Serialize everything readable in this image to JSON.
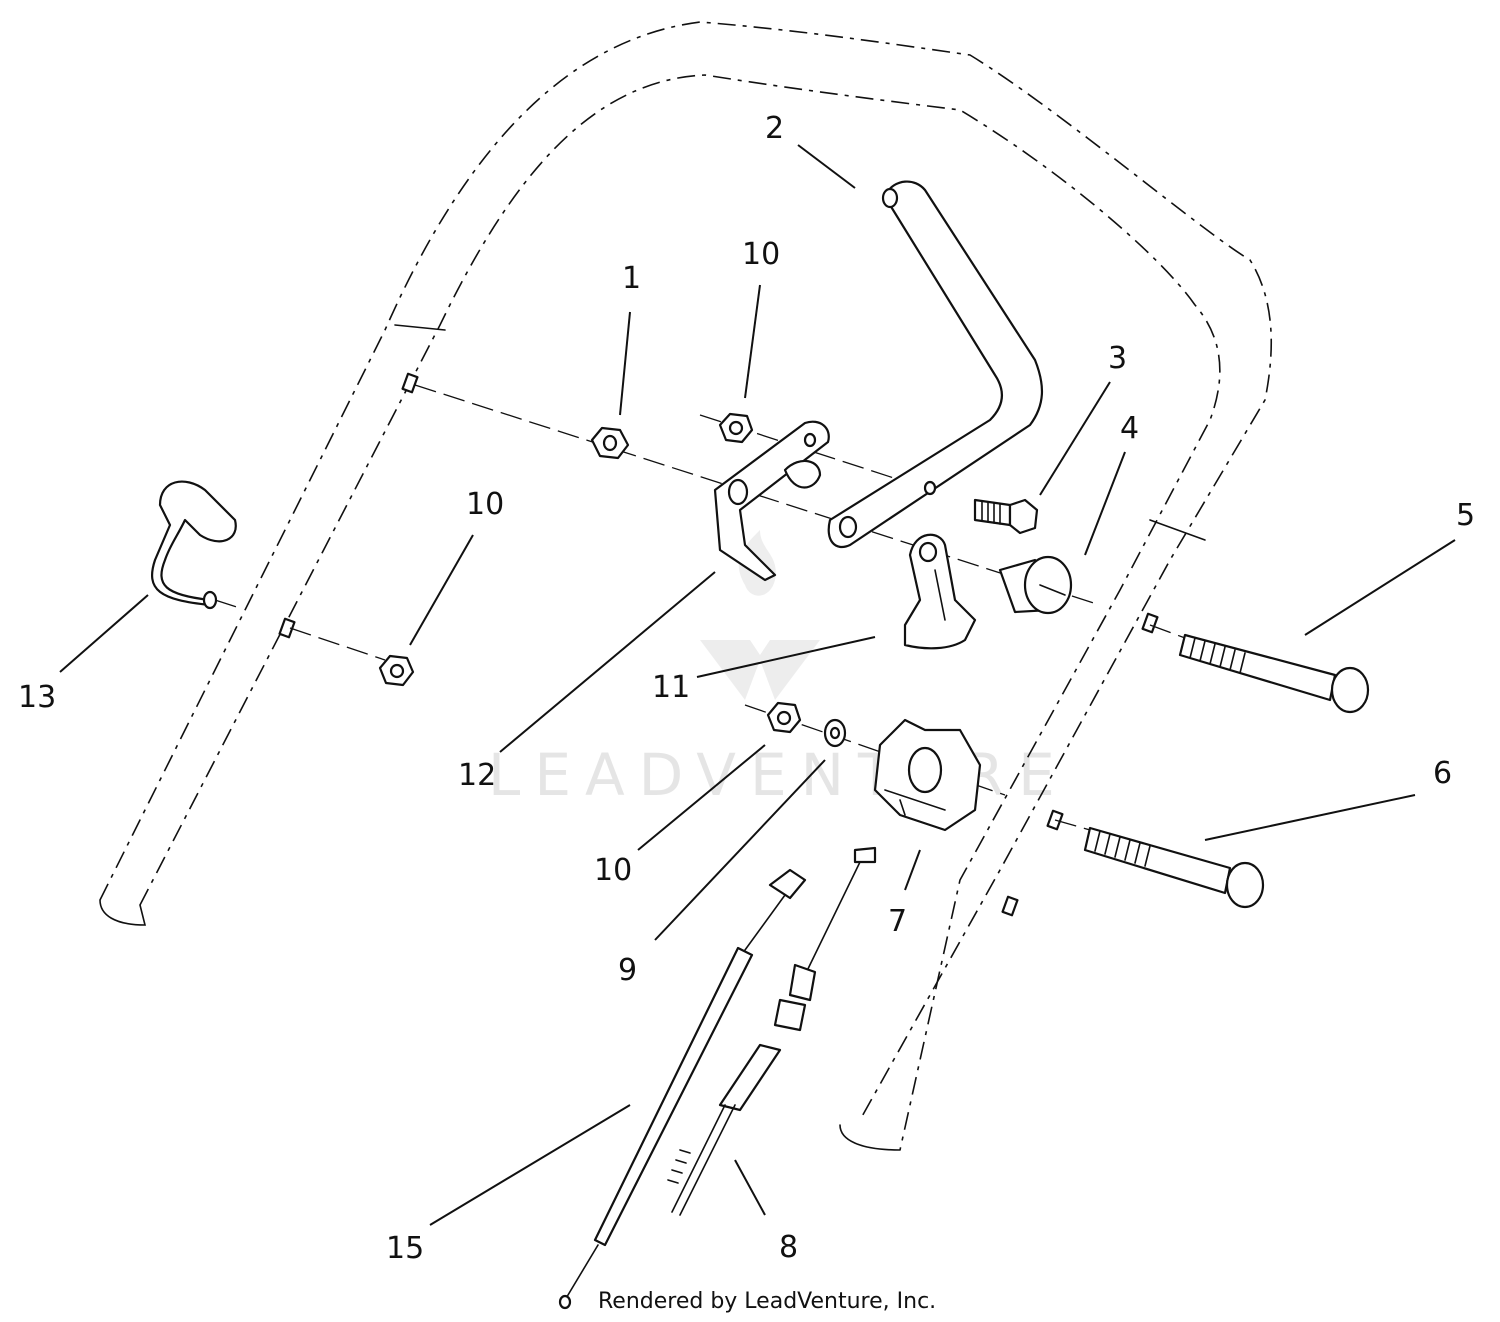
{
  "diagram": {
    "callouts": [
      {
        "id": "c1",
        "label": "1"
      },
      {
        "id": "c2",
        "label": "2"
      },
      {
        "id": "c3",
        "label": "3"
      },
      {
        "id": "c4",
        "label": "4"
      },
      {
        "id": "c5",
        "label": "5"
      },
      {
        "id": "c6",
        "label": "6"
      },
      {
        "id": "c7",
        "label": "7"
      },
      {
        "id": "c8",
        "label": "8"
      },
      {
        "id": "c9",
        "label": "9"
      },
      {
        "id": "c10a",
        "label": "10"
      },
      {
        "id": "c10b",
        "label": "10"
      },
      {
        "id": "c10c",
        "label": "10"
      },
      {
        "id": "c11",
        "label": "11"
      },
      {
        "id": "c12",
        "label": "12"
      },
      {
        "id": "c13",
        "label": "13"
      },
      {
        "id": "c15",
        "label": "15"
      }
    ],
    "watermark": "LEADVENTURE",
    "footer": "Rendered by LeadVenture, Inc."
  }
}
